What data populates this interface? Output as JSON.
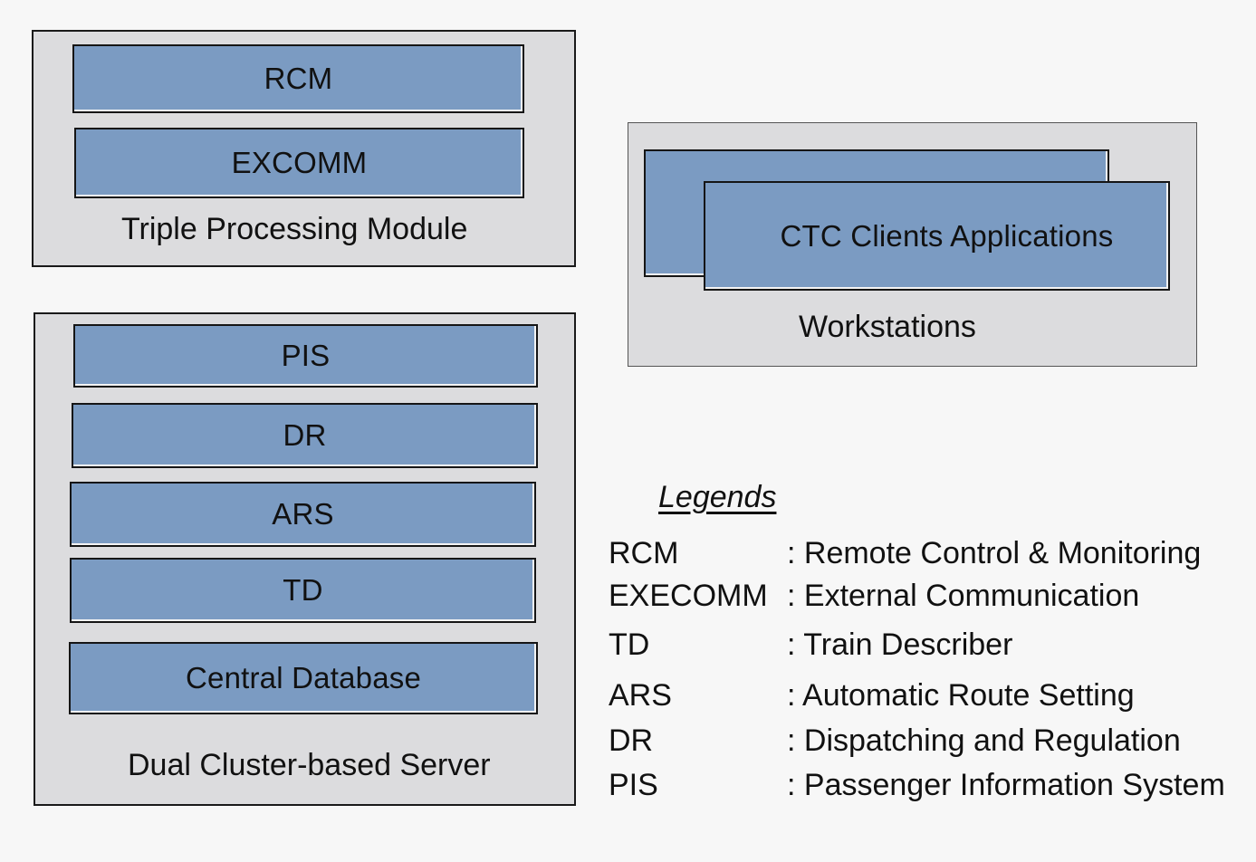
{
  "triple_module": {
    "label": "Triple Processing Module",
    "blocks": [
      "RCM",
      "EXCOMM"
    ]
  },
  "server": {
    "label": "Dual Cluster-based Server",
    "blocks": [
      "PIS",
      "DR",
      "ARS",
      "TD",
      "Central Database"
    ]
  },
  "workstations": {
    "label": "Workstations",
    "app_label": "CTC Clients Applications"
  },
  "legend": {
    "title": "Legends",
    "items": [
      {
        "abbr": "RCM",
        "def": ": Remote Control & Monitoring"
      },
      {
        "abbr": "EXECOMM",
        "def": ": External Communication"
      },
      {
        "abbr": "TD",
        "def": ": Train Describer"
      },
      {
        "abbr": "ARS",
        "def": ": Automatic Route Setting"
      },
      {
        "abbr": "DR",
        "def": ": Dispatching and Regulation"
      },
      {
        "abbr": "PIS",
        "def": ": Passenger Information System"
      }
    ]
  },
  "colors": {
    "block_fill": "#7b9bc2",
    "panel_fill": "#dcdcde",
    "background": "#f7f7f7"
  }
}
